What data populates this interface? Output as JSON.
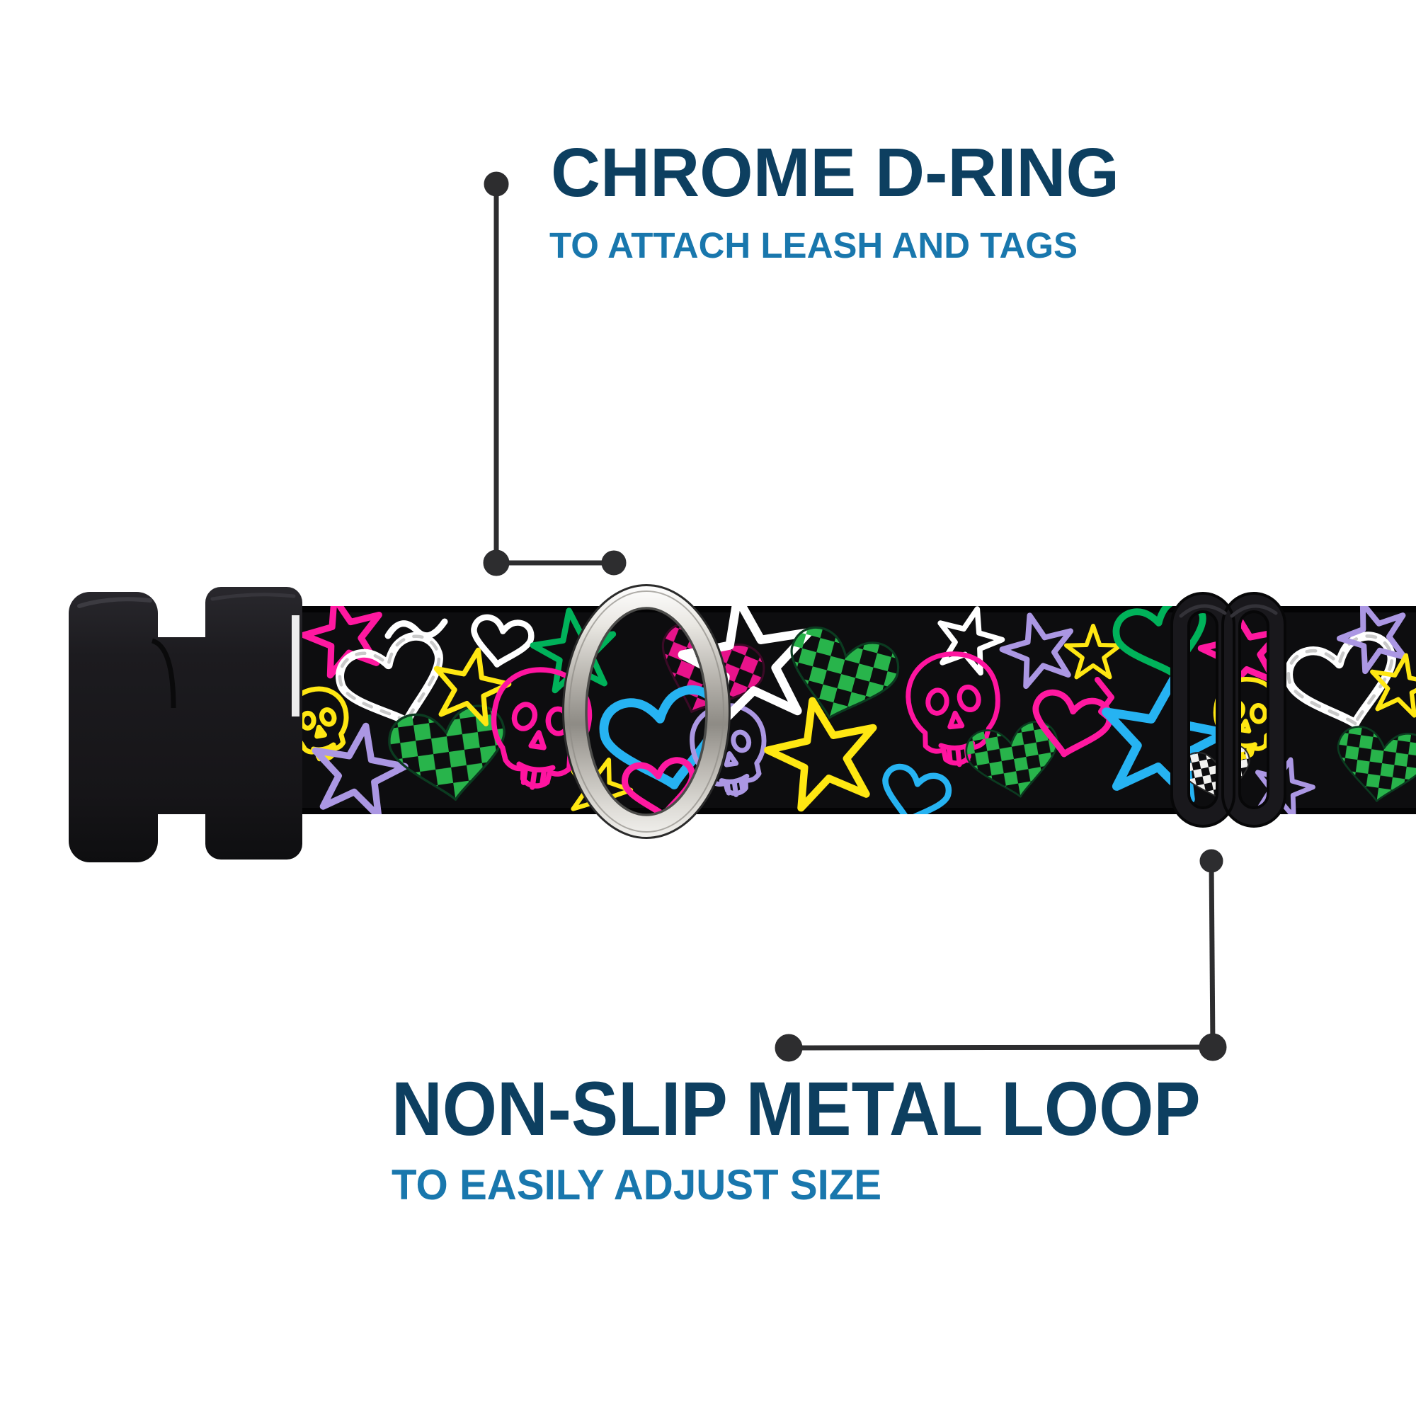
{
  "image_alt": "Dog collar product feature diagram on white background",
  "background_color": "#ffffff",
  "callouts": {
    "d_ring": {
      "title": "CHROME D-RING",
      "subtitle": "TO ATTACH LEASH AND TAGS"
    },
    "metal_loop": {
      "title": "NON-SLIP METAL LOOP",
      "subtitle": "TO EASILY ADJUST SIZE"
    }
  },
  "colors": {
    "title_navy": "#0d3f60",
    "subtitle_blue": "#1977ad",
    "callout_line_gray": "#2d2d2f",
    "strap_black": "#0d0d0f",
    "buckle_black": "#1a191d",
    "chrome_silver": "#d9d7d2",
    "pattern_pink": "#ff18a0",
    "pattern_checker_pink": "#e8138b",
    "pattern_yellow": "#ffe712",
    "pattern_green": "#00b25a",
    "pattern_checker_green": "#28b44b",
    "pattern_blue": "#26b3f2",
    "pattern_purple": "#ab97e3",
    "pattern_white": "#ffffff"
  },
  "parts": {
    "buckle": "plastic-side-release-buckle",
    "webbing": "neon-doodle-patterned-webbing",
    "d_ring": "chrome-d-ring",
    "slide": "black-metal-slide-loop"
  }
}
